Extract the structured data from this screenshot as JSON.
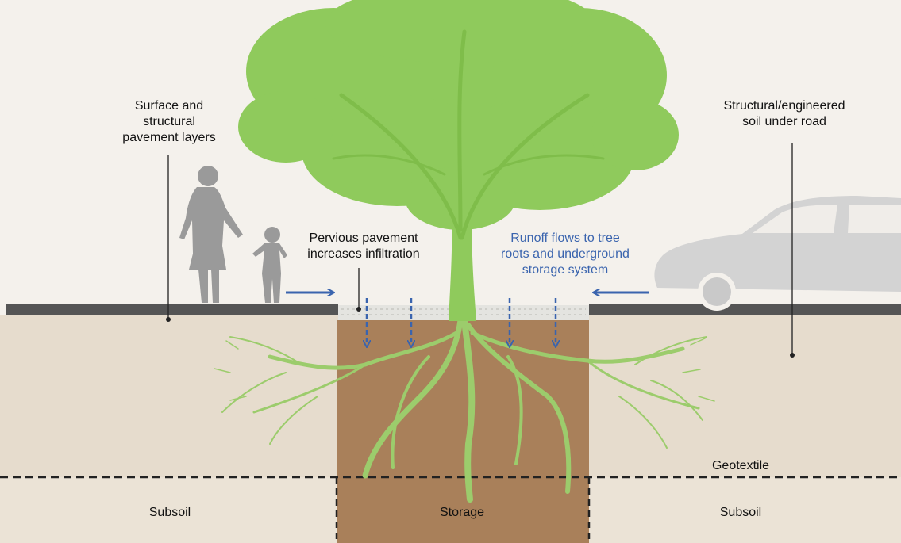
{
  "labels": {
    "surface_layers": [
      "Surface and",
      "structural",
      "pavement layers"
    ],
    "structural_soil": [
      "Structural/engineered",
      "soil under road"
    ],
    "pervious_pavement": [
      "Pervious pavement",
      "increases infiltration"
    ],
    "runoff": [
      "Runoff flows to tree",
      "roots and underground",
      "storage system"
    ],
    "geotextile": "Geotextile",
    "subsoil_left": "Subsoil",
    "storage": "Storage",
    "subsoil_right": "Subsoil"
  },
  "colors": {
    "sky": "#f4f1ec",
    "soil": "#e6dccd",
    "subsoil": "#ebe3d6",
    "storage": "#a9805a",
    "pavement": "#555555",
    "tree": "#8fca5c",
    "root": "#9ccc6c",
    "silhouette": "#9a9a9a",
    "car": "#d2d2d2",
    "arrow": "#3a64ae"
  },
  "icons": [
    "tree-icon",
    "woman-silhouette-icon",
    "child-silhouette-icon",
    "car-icon"
  ]
}
